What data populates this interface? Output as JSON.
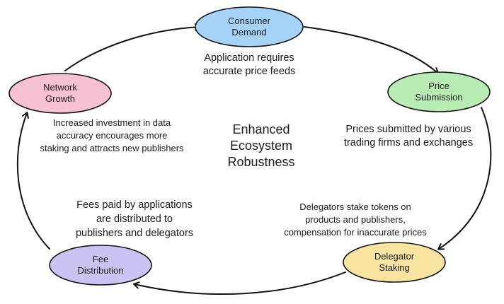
{
  "center_title": [
    "Enhanced",
    "Ecosystem",
    "Robustness"
  ],
  "nodes": {
    "consumer_demand": {
      "label": [
        "Consumer",
        "Demand"
      ],
      "color": "#a7d2f7"
    },
    "price_submission": {
      "label": [
        "Price",
        "Submission"
      ],
      "color": "#b9ecb5"
    },
    "delegator_staking": {
      "label": [
        "Delegator",
        "Staking"
      ],
      "color": "#f8e4a0"
    },
    "fee_distribution": {
      "label": [
        "Fee",
        "Distribution"
      ],
      "color": "#cdc3f3"
    },
    "network_growth": {
      "label": [
        "Network",
        "Growth"
      ],
      "color": "#f7c1d5"
    }
  },
  "descriptions": {
    "consumer_demand": [
      "Application requires",
      "accurate price feeds"
    ],
    "price_submission": [
      "Prices submitted by various",
      "trading firms and exchanges"
    ],
    "delegator_staking": [
      "Delegators stake tokens on",
      "products and publishers,",
      "compensation for inaccurate prices"
    ],
    "fee_distribution": [
      "Fees paid by applications",
      "are distributed to",
      "publishers and delegators"
    ],
    "network_growth": [
      "Increased investment in data",
      "accuracy encourages more",
      "staking and attracts new publishers"
    ]
  }
}
